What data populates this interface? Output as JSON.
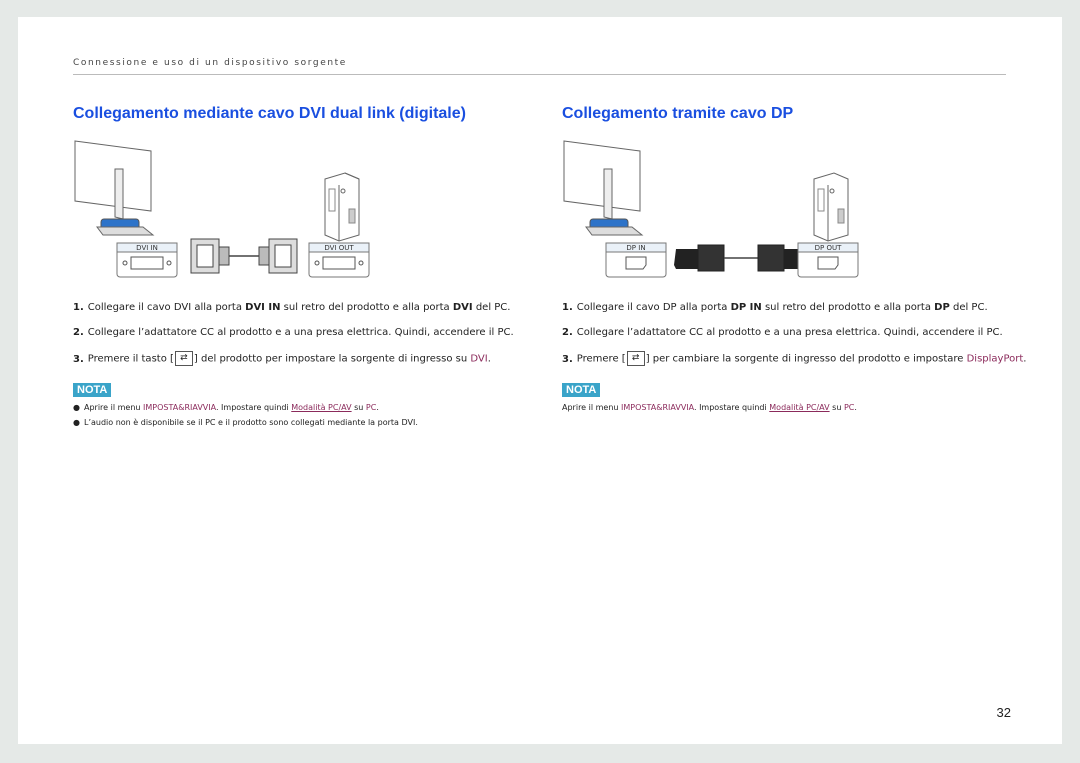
{
  "header": {
    "section": "Connessione e uso di un dispositivo sorgente"
  },
  "left": {
    "title": "Collegamento mediante cavo DVI dual link (digitale)",
    "port_in": "DVI IN",
    "port_out": "DVI OUT",
    "steps": [
      {
        "num": "1.",
        "a": "Collegare il cavo DVI alla porta ",
        "b": "DVI IN",
        "c": " sul retro del prodotto e alla porta ",
        "d": "DVI",
        "e": " del PC."
      },
      {
        "num": "2.",
        "text": "Collegare l’adattatore CC al prodotto e a una presa elettrica. Quindi, accendere il PC."
      },
      {
        "num": "3.",
        "pre": "Premere il tasto [",
        "post": "] del prodotto per impostare la sorgente di ingresso su ",
        "accent": "DVI",
        "end": "."
      }
    ],
    "nota_label": "NOTA",
    "notes": [
      {
        "pre": "Aprire il menu ",
        "menu": "IMPOSTA&RIAVVIA",
        "mid": ". Impostare quindi ",
        "link": "Modalità PC/AV",
        "su": " su ",
        "val": "PC",
        "end": "."
      },
      {
        "text": "L’audio non è disponibile se il PC e il prodotto sono collegati mediante la porta DVI."
      }
    ]
  },
  "right": {
    "title": "Collegamento tramite cavo DP",
    "port_in": "DP IN",
    "port_out": "DP OUT",
    "steps": [
      {
        "num": "1.",
        "a": "Collegare il cavo DP alla porta ",
        "b": "DP IN",
        "c": " sul retro del prodotto e alla porta ",
        "d": "DP",
        "e": " del PC."
      },
      {
        "num": "2.",
        "text": "Collegare l’adattatore CC al prodotto e a una presa elettrica. Quindi, accendere il PC."
      },
      {
        "num": "3.",
        "pre": "Premere [",
        "post": "] per cambiare la sorgente di ingresso del prodotto e impostare ",
        "accent": "DisplayPort",
        "end": "."
      }
    ],
    "nota_label": "NOTA",
    "note": {
      "pre": "Aprire il menu ",
      "menu": "IMPOSTA&RIAVVIA",
      "mid": ". Impostare quindi ",
      "link": "Modalità PC/AV",
      "su": " su ",
      "val": "PC",
      "end": "."
    }
  },
  "key_icon": "source-key-icon",
  "page_number": "32"
}
